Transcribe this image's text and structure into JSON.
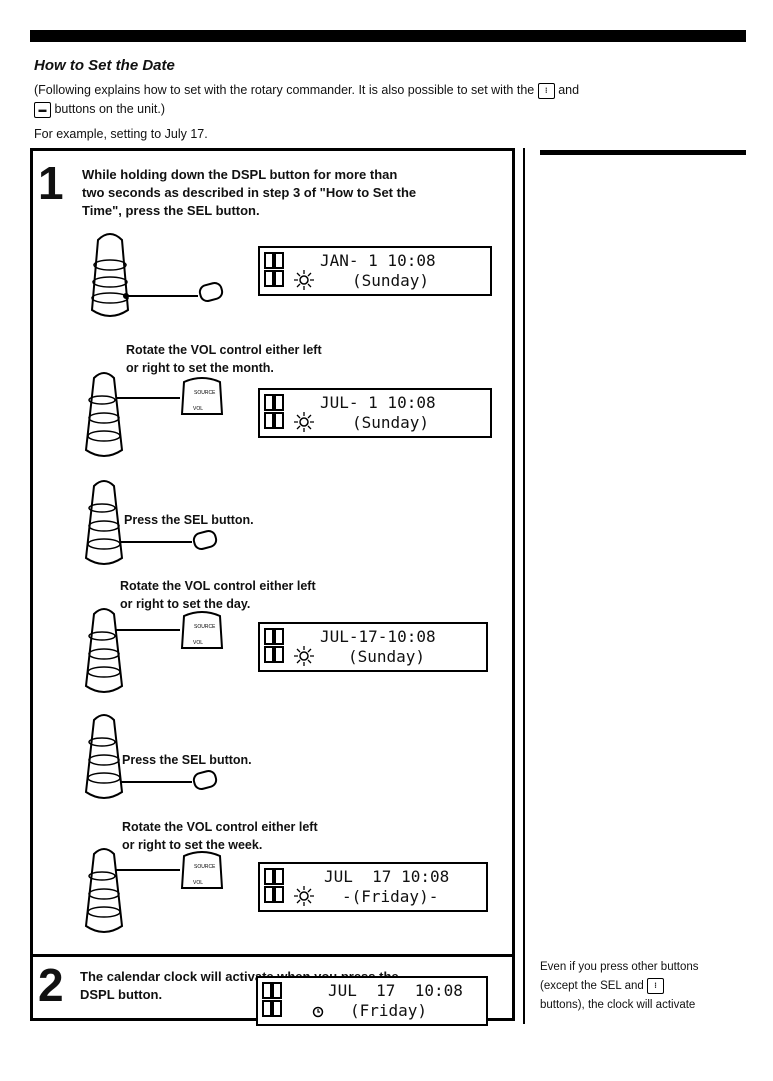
{
  "title": "How to Set the Date",
  "intro_line1": "(Following explains how to set with the rotary commander. It is also possible to set with the",
  "intro_and": "and",
  "intro_line2": "buttons on the unit.)",
  "example": "For example, setting to July 17.",
  "step1": {
    "number": "1",
    "text_lines": [
      "While holding down the DSPL button for more than",
      "two seconds as described in step 3 of \"How to Set the",
      "Time\", press the SEL button."
    ]
  },
  "instructions": [
    {
      "lines": [
        "Rotate the VOL control either left",
        "or right to set the month."
      ]
    },
    {
      "lines": [
        "Press the SEL button."
      ]
    },
    {
      "lines": [
        "Rotate the VOL control either left",
        "or right to set the day."
      ]
    },
    {
      "lines": [
        "Press the SEL button."
      ]
    },
    {
      "lines": [
        "Rotate the VOL control either left",
        "or right to set the week."
      ]
    }
  ],
  "displays": [
    {
      "line1": "JAN- 1 10:08",
      "line2": "(Sunday)",
      "blink": "month"
    },
    {
      "line1": "JUL- 1 10:08",
      "line2": "(Sunday)",
      "blink": "month"
    },
    {
      "line1": "JUL-17-10:08",
      "line2": "(Sunday)",
      "blink": "day"
    },
    {
      "line1": "JUL  17 10:08",
      "line2": "-(Friday)-",
      "blink": "week"
    },
    {
      "line1": "JUL  17  10:08",
      "line2": "(Friday)",
      "blink": "none"
    }
  ],
  "commander_labels": {
    "top": "SOURCE",
    "bottom": "VOL"
  },
  "step2": {
    "number": "2",
    "text_lines": [
      "The calendar clock will activate when you press the",
      "DSPL button."
    ]
  },
  "side_note": {
    "lines": [
      "Even if you press other buttons",
      "(except the SEL and",
      "buttons), the clock will activate"
    ]
  },
  "colors": {
    "ink": "#000000",
    "paper": "#ffffff"
  }
}
